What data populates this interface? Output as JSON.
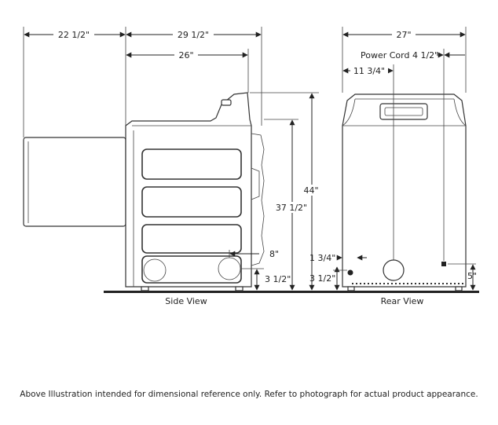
{
  "side_view": {
    "label": "Side View",
    "dims": {
      "door_open_depth": "22 1/2\"",
      "depth_with_console": "29 1/2\"",
      "cabinet_depth": "26\"",
      "overall_height": "44\"",
      "cabinet_height": "37 1/2\"",
      "vent_offset_h": "8\"",
      "vent_height": "3 1/2\""
    }
  },
  "rear_view": {
    "label": "Rear View",
    "dims": {
      "width": "27\"",
      "power_cord": "Power Cord 4 1/2\"",
      "vent_center": "11 3/4\"",
      "gas_height": "1 3/4\"",
      "vent_height": "3 1/2\"",
      "cord_height": "5\""
    }
  },
  "disclaimer": "Above Illustration intended for dimensional reference only. Refer to photograph for actual product appearance."
}
